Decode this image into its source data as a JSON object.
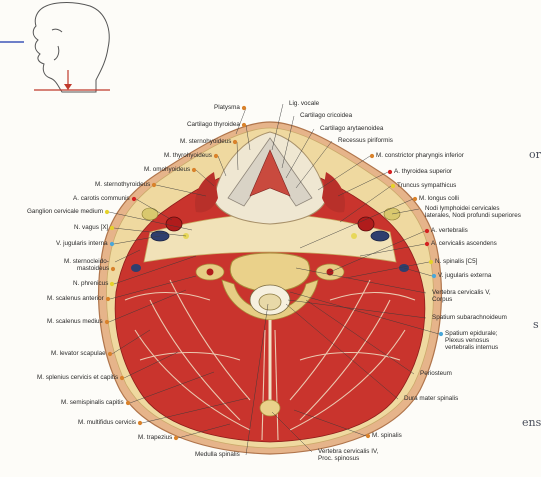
{
  "colors": {
    "muscle": "#c8312c",
    "muscle_dark": "#9b1f1c",
    "fascia": "#f2ead2",
    "bone": "#e9d28e",
    "skin": "#e8b78e",
    "fat": "#f0dc96",
    "dot_orange": "#d9822b",
    "dot_red": "#d42020",
    "dot_yellow": "#e5d22a",
    "dot_blue": "#4aa7d8"
  },
  "edge_fragments": [
    "or",
    "s",
    "ens"
  ],
  "labels": [
    {
      "id": "platysma",
      "text": "Platysma",
      "dot": "orange"
    },
    {
      "id": "lig-vocale",
      "text": "Lig. vocale",
      "dot": "none"
    },
    {
      "id": "cart-thyroidea",
      "text": "Cartilago thyroidea",
      "dot": "orange"
    },
    {
      "id": "cart-cricoidea",
      "text": "Cartilago cricoidea",
      "dot": "none"
    },
    {
      "id": "m-sternohyoideus",
      "text": "M. sternohyoideus",
      "dot": "orange"
    },
    {
      "id": "cart-arytenoidea",
      "text": "Cartilago arytaenoidea",
      "dot": "none"
    },
    {
      "id": "recessus",
      "text": "Recessus piriformis",
      "dot": "none"
    },
    {
      "id": "m-thyrohyoideus",
      "text": "M. thyrohyoideus",
      "dot": "orange"
    },
    {
      "id": "m-constrictor",
      "text": "M. constrictor pharyngis inferior",
      "dot": "orange"
    },
    {
      "id": "m-omohyoideus",
      "text": "M. omohyoideus",
      "dot": "orange"
    },
    {
      "id": "a-thyroidea-sup",
      "text": "A. thyroidea superior",
      "dot": "red"
    },
    {
      "id": "m-sternothyroideus",
      "text": "M. sternothyroideus",
      "dot": "orange"
    },
    {
      "id": "truncus",
      "text": "Truncus sympathicus",
      "dot": "yellow"
    },
    {
      "id": "a-carotis",
      "text": "A. carotis communis",
      "dot": "red"
    },
    {
      "id": "m-longus",
      "text": "M. longus colli",
      "dot": "orange"
    },
    {
      "id": "ganglion",
      "text": "Ganglion cervicale medium",
      "dot": "yellow"
    },
    {
      "id": "nodi-1",
      "text": "Nodi lymphoidei cervicales",
      "dot": "none"
    },
    {
      "id": "nodi-2",
      "text": "laterales, Nodi profundi superiores",
      "dot": "none"
    },
    {
      "id": "n-vagus",
      "text": "N. vagus [X]",
      "dot": "yellow"
    },
    {
      "id": "a-vertebralis",
      "text": "A. vertebralis",
      "dot": "red"
    },
    {
      "id": "v-jugularis-int",
      "text": "V. jugularis interna",
      "dot": "blue"
    },
    {
      "id": "a-cervicalis",
      "text": "A. cervicalis ascendens",
      "dot": "red"
    },
    {
      "id": "m-scm-1",
      "text": "M. sternocleido-",
      "dot": "none"
    },
    {
      "id": "m-scm-2",
      "text": "mastoideus",
      "dot": "orange"
    },
    {
      "id": "n-spinalis",
      "text": "N. spinalis [C5]",
      "dot": "yellow"
    },
    {
      "id": "n-phrenicus",
      "text": "N. phrenicus",
      "dot": "yellow"
    },
    {
      "id": "v-jugularis-ext",
      "text": "V. jugularis externa",
      "dot": "blue"
    },
    {
      "id": "m-scalenus-ant",
      "text": "M. scalenus anterior",
      "dot": "orange"
    },
    {
      "id": "vertebra-c5-1",
      "text": "Vertebra cervicalis V,",
      "dot": "none"
    },
    {
      "id": "vertebra-c5-2",
      "text": "Corpus",
      "dot": "none"
    },
    {
      "id": "m-scalenus-med",
      "text": "M. scalenus medius",
      "dot": "orange"
    },
    {
      "id": "spatium-sub",
      "text": "Spatium subarachnoideum",
      "dot": "none"
    },
    {
      "id": "spatium-epi-1",
      "text": "Spatium epidurale;",
      "dot": "blue"
    },
    {
      "id": "spatium-epi-2",
      "text": "Plexus venosus",
      "dot": "none"
    },
    {
      "id": "spatium-epi-3",
      "text": "vertebralis internus",
      "dot": "none"
    },
    {
      "id": "m-levator",
      "text": "M. levator scapulae",
      "dot": "orange"
    },
    {
      "id": "periosteum",
      "text": "Periosteum",
      "dot": "none"
    },
    {
      "id": "m-splenius",
      "text": "M. splenius cervicis et capitis",
      "dot": "orange"
    },
    {
      "id": "dura",
      "text": "Dura mater spinalis",
      "dot": "none"
    },
    {
      "id": "m-semispinalis",
      "text": "M. semispinalis capitis",
      "dot": "orange"
    },
    {
      "id": "m-multifidus",
      "text": "M. multifidus cervicis",
      "dot": "orange"
    },
    {
      "id": "m-spinalis",
      "text": "M. spinalis",
      "dot": "orange"
    },
    {
      "id": "m-trapezius",
      "text": "M. trapezius",
      "dot": "orange"
    },
    {
      "id": "medulla",
      "text": "Medulla spinalis",
      "dot": "none"
    },
    {
      "id": "vertebra-c4-1",
      "text": "Vertebra cervicalis IV,",
      "dot": "none"
    },
    {
      "id": "vertebra-c4-2",
      "text": "Proc. spinosus",
      "dot": "none"
    }
  ]
}
